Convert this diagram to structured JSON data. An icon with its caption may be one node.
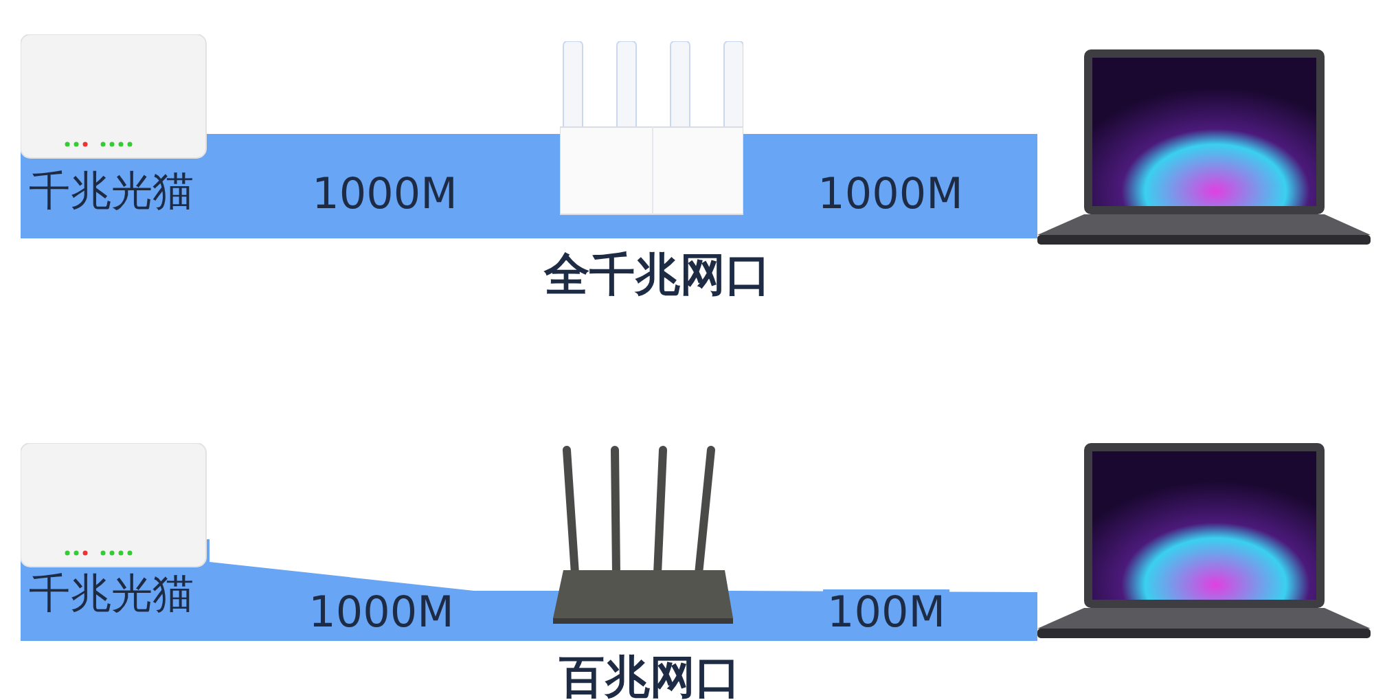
{
  "diagram": {
    "nodes": [
      {
        "text": [
          "千兆光猫"
        ]
      },
      {
        "text": [],
        "shape": "picture",
        "beside": [
          "全千兆网口"
        ]
      },
      {
        "text": [],
        "shape": "picture"
      },
      {
        "text": [
          "千兆光猫"
        ]
      },
      {
        "text": [],
        "shape": "picture",
        "beside": [
          "百兆网口"
        ]
      },
      {
        "text": [],
        "shape": "picture"
      }
    ],
    "edges": [
      {
        "from": 0,
        "to": 1,
        "arrow": "none",
        "label": "1000M",
        "style": "thick"
      },
      {
        "from": 1,
        "to": 2,
        "arrow": "none",
        "label": "1000M",
        "style": "thick"
      },
      {
        "from": 3,
        "to": 4,
        "arrow": "none",
        "label": "1000M",
        "style": "thick"
      },
      {
        "from": 4,
        "to": 5,
        "arrow": "none",
        "label": "100M",
        "style": "thick"
      }
    ]
  }
}
